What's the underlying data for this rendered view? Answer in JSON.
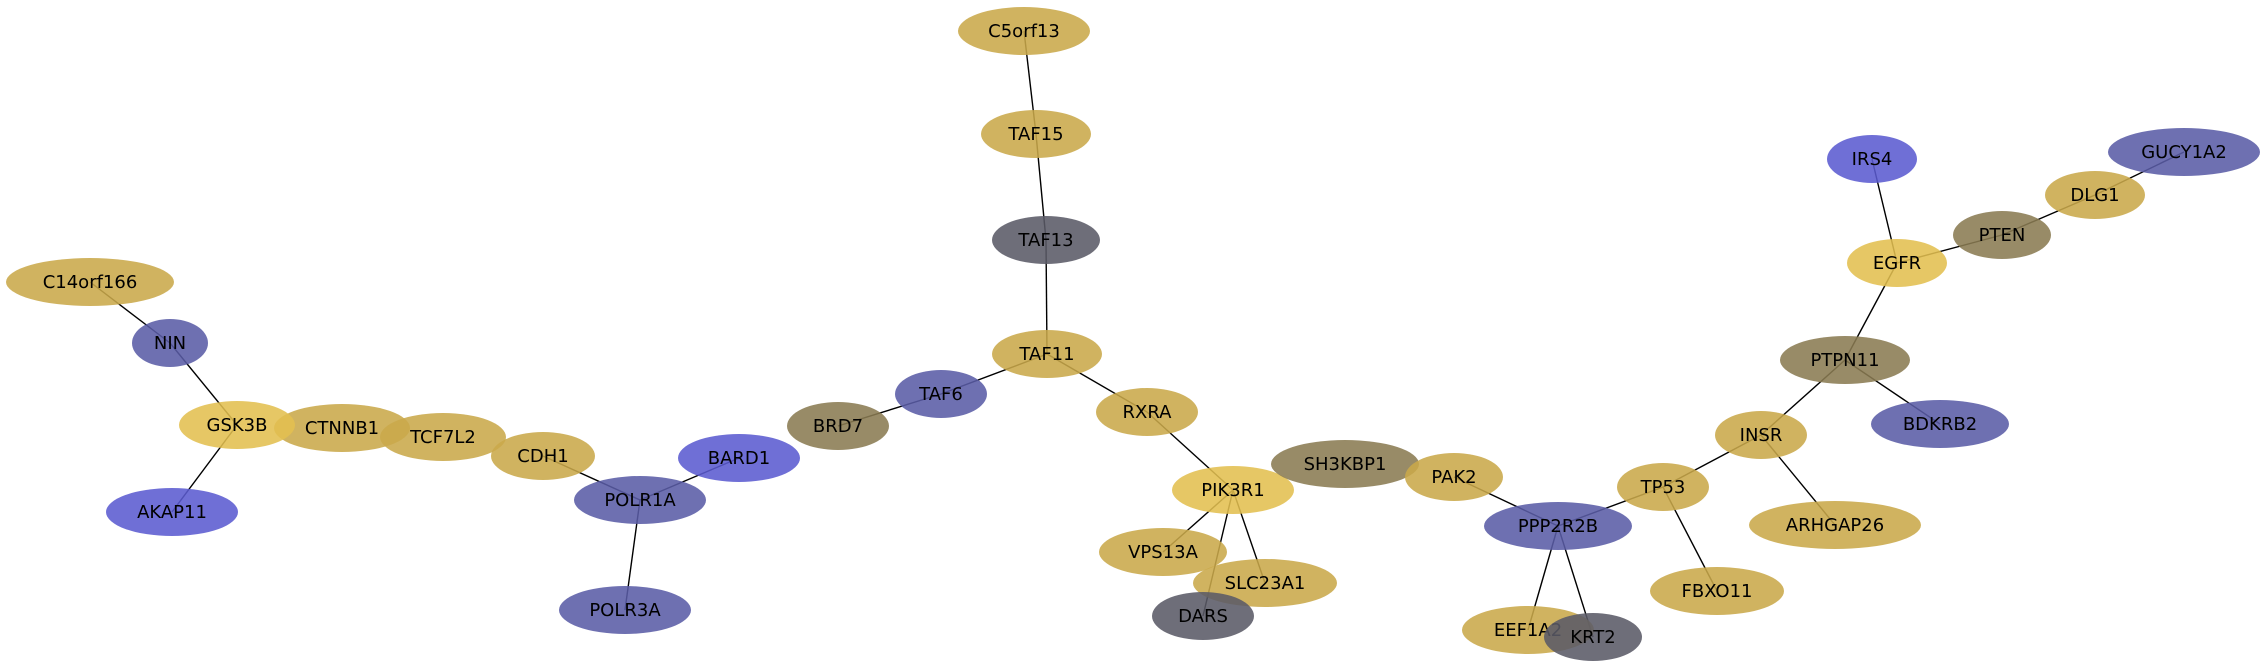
{
  "graph": {
    "colors": {
      "gold": "#c9a84a",
      "gold_bright": "#e3bf50",
      "olive": "#8a7b52",
      "blue": "#5a5ca6",
      "blue_bright": "#5b5bd0",
      "grey": "#5a5a66",
      "edge": "#000000"
    },
    "nodes": [
      {
        "id": "C5orf13",
        "label": "C5orf13",
        "color": "gold"
      },
      {
        "id": "TAF15",
        "label": "TAF15",
        "color": "gold"
      },
      {
        "id": "TAF13",
        "label": "TAF13",
        "color": "grey"
      },
      {
        "id": "TAF11",
        "label": "TAF11",
        "color": "gold"
      },
      {
        "id": "TAF6",
        "label": "TAF6",
        "color": "blue"
      },
      {
        "id": "BRD7",
        "label": "BRD7",
        "color": "olive"
      },
      {
        "id": "BARD1",
        "label": "BARD1",
        "color": "blue_bright"
      },
      {
        "id": "POLR1A",
        "label": "POLR1A",
        "color": "blue"
      },
      {
        "id": "POLR3A",
        "label": "POLR3A",
        "color": "blue"
      },
      {
        "id": "CDH1",
        "label": "CDH1",
        "color": "gold"
      },
      {
        "id": "TCF7L2",
        "label": "TCF7L2",
        "color": "gold"
      },
      {
        "id": "CTNNB1",
        "label": "CTNNB1",
        "color": "gold"
      },
      {
        "id": "GSK3B",
        "label": "GSK3B",
        "color": "gold_bright"
      },
      {
        "id": "NIN",
        "label": "NIN",
        "color": "blue"
      },
      {
        "id": "C14orf166",
        "label": "C14orf166",
        "color": "gold"
      },
      {
        "id": "AKAP11",
        "label": "AKAP11",
        "color": "blue_bright"
      },
      {
        "id": "RXRA",
        "label": "RXRA",
        "color": "gold"
      },
      {
        "id": "PIK3R1",
        "label": "PIK3R1",
        "color": "gold_bright"
      },
      {
        "id": "VPS13A",
        "label": "VPS13A",
        "color": "gold"
      },
      {
        "id": "SLC23A1",
        "label": "SLC23A1",
        "color": "gold"
      },
      {
        "id": "DARS",
        "label": "DARS",
        "color": "grey"
      },
      {
        "id": "SH3KBP1",
        "label": "SH3KBP1",
        "color": "olive"
      },
      {
        "id": "PAK2",
        "label": "PAK2",
        "color": "gold"
      },
      {
        "id": "PPP2R2B",
        "label": "PPP2R2B",
        "color": "blue"
      },
      {
        "id": "EEF1A2",
        "label": "EEF1A2",
        "color": "gold"
      },
      {
        "id": "KRT2",
        "label": "KRT2",
        "color": "grey"
      },
      {
        "id": "TP53",
        "label": "TP53",
        "color": "gold"
      },
      {
        "id": "FBXO11",
        "label": "FBXO11",
        "color": "gold"
      },
      {
        "id": "INSR",
        "label": "INSR",
        "color": "gold"
      },
      {
        "id": "ARHGAP26",
        "label": "ARHGAP26",
        "color": "gold"
      },
      {
        "id": "PTPN11",
        "label": "PTPN11",
        "color": "olive"
      },
      {
        "id": "BDKRB2",
        "label": "BDKRB2",
        "color": "blue"
      },
      {
        "id": "EGFR",
        "label": "EGFR",
        "color": "gold_bright"
      },
      {
        "id": "IRS4",
        "label": "IRS4",
        "color": "blue_bright"
      },
      {
        "id": "PTEN",
        "label": "PTEN",
        "color": "olive"
      },
      {
        "id": "DLG1",
        "label": "DLG1",
        "color": "gold"
      },
      {
        "id": "GUCY1A2",
        "label": "GUCY1A2",
        "color": "blue"
      }
    ],
    "edges": [
      [
        "C5orf13",
        "TAF15"
      ],
      [
        "TAF15",
        "TAF13"
      ],
      [
        "TAF13",
        "TAF11"
      ],
      [
        "TAF11",
        "TAF6"
      ],
      [
        "TAF11",
        "RXRA"
      ],
      [
        "TAF6",
        "BRD7"
      ],
      [
        "BARD1",
        "POLR1A"
      ],
      [
        "POLR1A",
        "CDH1"
      ],
      [
        "POLR1A",
        "POLR3A"
      ],
      [
        "C14orf166",
        "NIN"
      ],
      [
        "NIN",
        "GSK3B"
      ],
      [
        "GSK3B",
        "AKAP11"
      ],
      [
        "RXRA",
        "PIK3R1"
      ],
      [
        "PIK3R1",
        "VPS13A"
      ],
      [
        "PIK3R1",
        "SLC23A1"
      ],
      [
        "PIK3R1",
        "DARS"
      ],
      [
        "PAK2",
        "PPP2R2B"
      ],
      [
        "PPP2R2B",
        "EEF1A2"
      ],
      [
        "PPP2R2B",
        "KRT2"
      ],
      [
        "PPP2R2B",
        "TP53"
      ],
      [
        "TP53",
        "FBXO11"
      ],
      [
        "TP53",
        "INSR"
      ],
      [
        "INSR",
        "PTPN11"
      ],
      [
        "INSR",
        "ARHGAP26"
      ],
      [
        "PTPN11",
        "BDKRB2"
      ],
      [
        "PTPN11",
        "EGFR"
      ],
      [
        "EGFR",
        "IRS4"
      ],
      [
        "EGFR",
        "PTEN"
      ],
      [
        "PTEN",
        "DLG1"
      ],
      [
        "DLG1",
        "GUCY1A2"
      ]
    ]
  }
}
